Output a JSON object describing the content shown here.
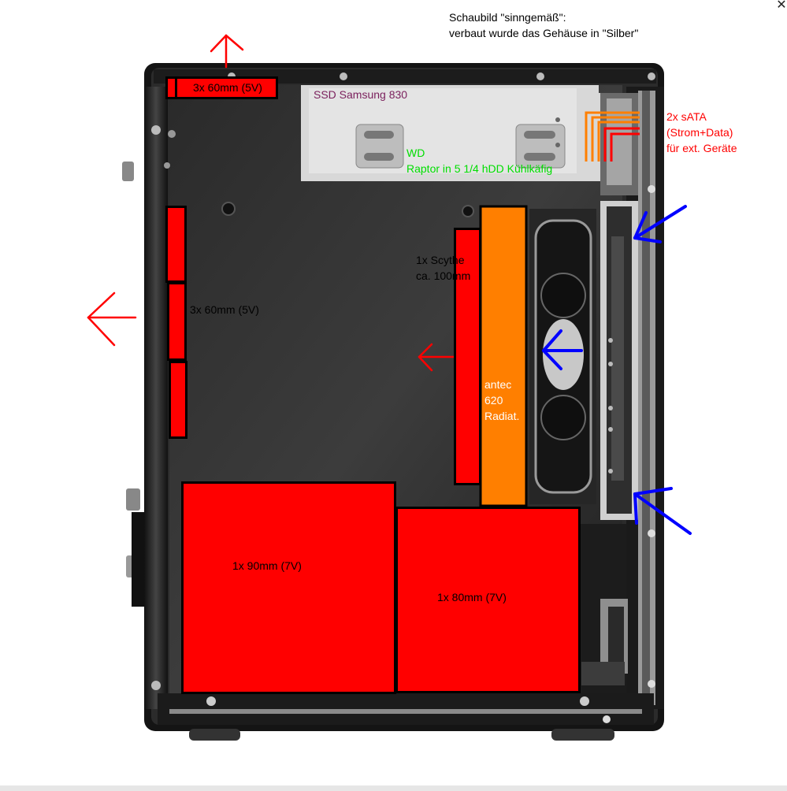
{
  "header": {
    "line1": "Schaubild \"sinngemäß\":",
    "line2": "verbaut wurde das Gehäuse in \"Silber\""
  },
  "labels": {
    "top_fans": "3x 60mm (5V)",
    "ssd": "SSD Samsung 830",
    "wd_line1": "WD",
    "wd_line2": "Raptor in  5 1/4 hDD Kühlkäfig",
    "sata_line1": "2x sATA",
    "sata_line2": "(Strom+Data)",
    "sata_line3": "für ext. Geräte",
    "side_fans": "3x 60mm (5V)",
    "scythe_line1": "1x Scythe",
    "scythe_line2": "ca. 100mm",
    "antec_line1": "antec",
    "antec_line2": "620",
    "antec_line3": "Radiat.",
    "fan90": "1x 90mm (7V)",
    "fan80": "1x 80mm (7V)"
  },
  "colors": {
    "fan_red": "#ff0000",
    "radiator_orange": "#ff7f00",
    "airflow_in": "#0000ff",
    "airflow_out": "#ff0000",
    "wd_text": "#00dd00",
    "ssd_text": "#7a1f5c",
    "sata_text": "#ff0000"
  },
  "icons": {
    "close": "✕"
  }
}
